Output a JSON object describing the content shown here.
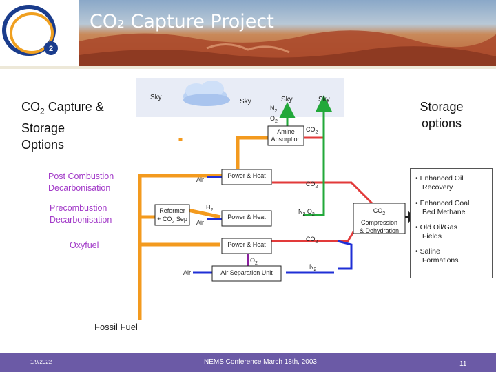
{
  "header": {
    "title": "CO₂ Capture Project"
  },
  "left_title": {
    "line1_a": "CO",
    "line1_sub": "2",
    "line1_b": " Capture &",
    "line2": "Storage",
    "line3": "Options"
  },
  "right_title": {
    "line1": "Storage",
    "line2": "options"
  },
  "routes": {
    "post_1": "Post Combustion",
    "post_2": "Decarbonisation",
    "pre_1": "Precombustion",
    "pre_2": "Decarbonisation",
    "oxy": "Oxyfuel"
  },
  "sky": {
    "s1": "Sky",
    "s2": "Sky",
    "s3": "Sky",
    "s4": "Sky"
  },
  "labels": {
    "n2": "N",
    "n2_sub": "2",
    "o2": "O",
    "o2_sub": "2",
    "amine_1": "Amine",
    "amine_2": "Absorption",
    "co2_a": "CO",
    "co2_a_sub": "2",
    "air_1": "Air",
    "power_heat_1": "Power & Heat",
    "co2_b": "CO",
    "co2_b_sub": "2",
    "reformer_1": "Reformer",
    "reformer_2": "+ CO",
    "reformer_2_sub": "2",
    "reformer_2_b": " Sep",
    "h2": "H",
    "h2_sub": "2",
    "air_2": "Air",
    "power_heat_2": "Power & Heat",
    "n2o2": "N",
    "n2o2_sub": "2",
    "n2o2_b": " O",
    "n2o2_sub2": "2",
    "power_heat_3": "Power & Heat",
    "co2_c": "CO",
    "co2_c_sub": "2",
    "o2_b": "O",
    "o2_b_sub": "2",
    "air_3": "Air",
    "asu": "Air Separation Unit",
    "n2_b": "N",
    "n2_b_sub": "2",
    "fossil_fuel": "Fossil Fuel",
    "compression_1": "CO",
    "compression_1_sub": "2",
    "compression_2": "Compression",
    "compression_3": "& Dehydration"
  },
  "storage_options": [
    {
      "l1": "• Enhanced Oil",
      "l2": "Recovery"
    },
    {
      "l1": "• Enhanced Coal",
      "l2": "Bed Methane"
    },
    {
      "l1": "• Old Oil/Gas",
      "l2": "Fields"
    },
    {
      "l1": "• Saline",
      "l2": "Formations"
    }
  ],
  "footer": {
    "date": "1/9/2022",
    "conference": "NEMS Conference March 18th, 2003",
    "page": "11"
  },
  "colors": {
    "orange": "#f39a1e",
    "green": "#22a83a",
    "blue": "#1f2fd6",
    "purple": "#8a1f9e",
    "red": "#e23a3a",
    "footer": "#6b5aa6"
  }
}
